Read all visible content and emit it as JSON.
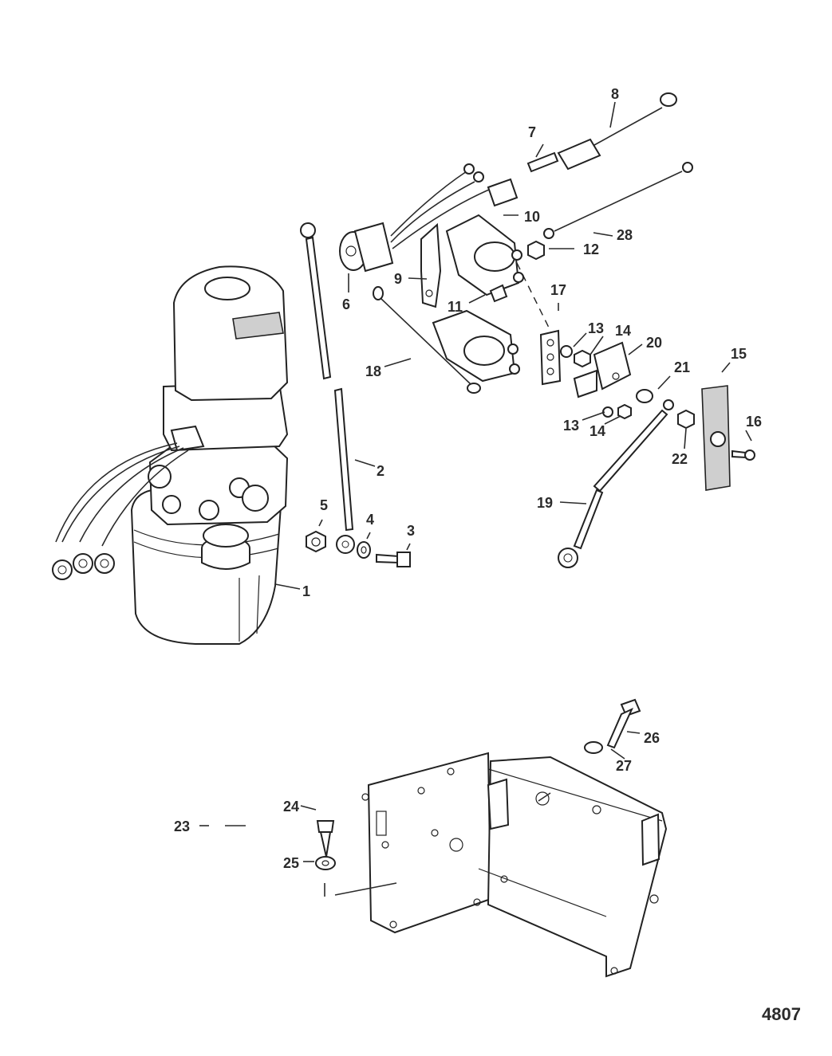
{
  "figure_number": "4807",
  "callouts": [
    {
      "id": "c1",
      "label": "1"
    },
    {
      "id": "c2",
      "label": "2"
    },
    {
      "id": "c3",
      "label": "3"
    },
    {
      "id": "c4",
      "label": "4"
    },
    {
      "id": "c5",
      "label": "5"
    },
    {
      "id": "c6",
      "label": "6"
    },
    {
      "id": "c7",
      "label": "7"
    },
    {
      "id": "c8",
      "label": "8"
    },
    {
      "id": "c9",
      "label": "9"
    },
    {
      "id": "c10",
      "label": "10"
    },
    {
      "id": "c11",
      "label": "11"
    },
    {
      "id": "c12",
      "label": "12"
    },
    {
      "id": "c13a",
      "label": "13"
    },
    {
      "id": "c13b",
      "label": "13"
    },
    {
      "id": "c14a",
      "label": "14"
    },
    {
      "id": "c14b",
      "label": "14"
    },
    {
      "id": "c15",
      "label": "15"
    },
    {
      "id": "c16",
      "label": "16"
    },
    {
      "id": "c17",
      "label": "17"
    },
    {
      "id": "c18",
      "label": "18"
    },
    {
      "id": "c19",
      "label": "19"
    },
    {
      "id": "c20",
      "label": "20"
    },
    {
      "id": "c21",
      "label": "21"
    },
    {
      "id": "c22",
      "label": "22"
    },
    {
      "id": "c23",
      "label": "23"
    },
    {
      "id": "c24",
      "label": "24"
    },
    {
      "id": "c25",
      "label": "25"
    },
    {
      "id": "c26",
      "label": "26"
    },
    {
      "id": "c27",
      "label": "27"
    },
    {
      "id": "c28",
      "label": "28"
    }
  ]
}
